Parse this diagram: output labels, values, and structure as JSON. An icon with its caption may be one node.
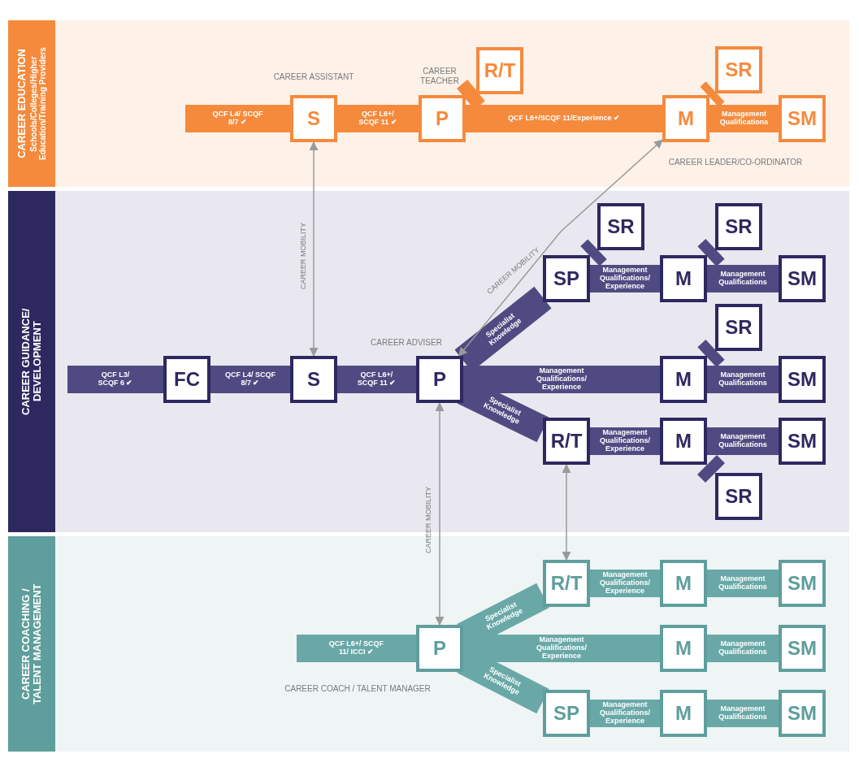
{
  "diagram": {
    "nodes": [
      {
        "text": [
          "CAREER EDUCATION",
          "Schools/Colleges/Higher Education/Training Providers"
        ]
      },
      {
        "text": [
          "S"
        ],
        "in": 0,
        "beside": [
          "CAREER ASSISTANT"
        ]
      },
      {
        "text": [
          "P"
        ],
        "in": 0,
        "beside": [
          "CAREER TEACHER"
        ]
      },
      {
        "text": [
          "R/T"
        ],
        "in": 0
      },
      {
        "text": [
          "M"
        ],
        "in": 0,
        "beside": [
          "CAREER LEADER/CO-ORDINATOR"
        ]
      },
      {
        "text": [
          "SR"
        ],
        "in": 0
      },
      {
        "text": [
          "SM"
        ],
        "in": 0
      },
      {
        "text": [
          "CAREER GUIDANCE/ DEVELOPMENT"
        ]
      },
      {
        "text": [
          "FC"
        ],
        "in": 7
      },
      {
        "text": [
          "S"
        ],
        "in": 7
      },
      {
        "text": [
          "P"
        ],
        "in": 7,
        "beside": [
          "CAREER ADVISER"
        ]
      },
      {
        "text": [
          "SP"
        ],
        "in": 7
      },
      {
        "text": [
          "SR"
        ],
        "in": 7
      },
      {
        "text": [
          "M"
        ],
        "in": 7
      },
      {
        "text": [
          "SR"
        ],
        "in": 7
      },
      {
        "text": [
          "SM"
        ],
        "in": 7
      },
      {
        "text": [
          "SR"
        ],
        "in": 7
      },
      {
        "text": [
          "M"
        ],
        "in": 7
      },
      {
        "text": [
          "SM"
        ],
        "in": 7
      },
      {
        "text": [
          "R/T"
        ],
        "in": 7
      },
      {
        "text": [
          "M"
        ],
        "in": 7
      },
      {
        "text": [
          "SM"
        ],
        "in": 7
      },
      {
        "text": [
          "SR"
        ],
        "in": 7
      },
      {
        "text": [
          "CAREER COACHING / TALENT MANAGEMENT"
        ]
      },
      {
        "text": [
          "P"
        ],
        "in": 23,
        "beside": [
          "CAREER COACH / TALENT MANAGER"
        ]
      },
      {
        "text": [
          "R/T"
        ],
        "in": 23
      },
      {
        "text": [
          "M"
        ],
        "in": 23
      },
      {
        "text": [
          "SM"
        ],
        "in": 23
      },
      {
        "text": [
          "M"
        ],
        "in": 23
      },
      {
        "text": [
          "SM"
        ],
        "in": 23
      },
      {
        "text": [
          "SP"
        ],
        "in": 23
      },
      {
        "text": [
          "M"
        ],
        "in": 23
      },
      {
        "text": [
          "SM"
        ],
        "in": 23
      }
    ],
    "edges": [
      {
        "from": null,
        "to": 1,
        "arrow": "none",
        "label": "QCF L4/ SCQF 8/7 ✔",
        "color": "#f58a3c"
      },
      {
        "from": 1,
        "to": 2,
        "arrow": "none",
        "label": "QCF L6+/ SCQF 11 ✔",
        "color": "#f58a3c"
      },
      {
        "from": 2,
        "to": 3,
        "arrow": "none",
        "color": "#f58a3c"
      },
      {
        "from": 2,
        "to": 4,
        "arrow": "none",
        "label": "QCF L6+/SCQF 11/Experience ✔",
        "color": "#f58a3c"
      },
      {
        "from": 4,
        "to": 5,
        "arrow": "none",
        "color": "#f58a3c"
      },
      {
        "from": 4,
        "to": 6,
        "arrow": "none",
        "label": "Management Qualifications",
        "color": "#f58a3c"
      },
      {
        "from": null,
        "to": 8,
        "arrow": "none",
        "label": "QCF L3/ SCQF 6 ✔"
      },
      {
        "from": 8,
        "to": 9,
        "arrow": "none",
        "label": "QCF L4/ SCQF 8/7 ✔"
      },
      {
        "from": 9,
        "to": 10,
        "arrow": "none",
        "label": "QCF L6+/ SCQF 11 ✔"
      },
      {
        "from": 10,
        "to": 11,
        "arrow": "none",
        "label": "Specialist Knowledge"
      },
      {
        "from": 11,
        "to": 12,
        "arrow": "none"
      },
      {
        "from": 11,
        "to": 13,
        "arrow": "none",
        "label": "Management Qualifications/ Experience"
      },
      {
        "from": 13,
        "to": 14,
        "arrow": "none"
      },
      {
        "from": 13,
        "to": 15,
        "arrow": "none",
        "label": "Management Qualifications"
      },
      {
        "from": 10,
        "to": 17,
        "arrow": "none",
        "label": "Management Qualifications/ Experience"
      },
      {
        "from": 17,
        "to": 16,
        "arrow": "none"
      },
      {
        "from": 17,
        "to": 18,
        "arrow": "none",
        "label": "Management Qualifications"
      },
      {
        "from": 10,
        "to": 19,
        "arrow": "none",
        "label": "Specialist Knowledge"
      },
      {
        "from": 19,
        "to": 20,
        "arrow": "none",
        "label": "Management Qualifications/ Experience"
      },
      {
        "from": 20,
        "to": 21,
        "arrow": "none",
        "label": "Management Qualifications"
      },
      {
        "from": 20,
        "to": 22,
        "arrow": "none"
      },
      {
        "from": null,
        "to": 24,
        "arrow": "none",
        "label": "QCF L6+/ SCQF 11/ ICCI ✔",
        "color": "#6aa8a8"
      },
      {
        "from": 24,
        "to": 25,
        "arrow": "none",
        "label": "Specialist Knowledge",
        "color": "#6aa8a8"
      },
      {
        "from": 25,
        "to": 26,
        "arrow": "none",
        "label": "Management Qualifications/ Experience",
        "color": "#6aa8a8"
      },
      {
        "from": 26,
        "to": 27,
        "arrow": "none",
        "label": "Management Qualifications",
        "color": "#6aa8a8"
      },
      {
        "from": 24,
        "to": 28,
        "arrow": "none",
        "label": "Management Qualifications/ Experience",
        "color": "#6aa8a8"
      },
      {
        "from": 28,
        "to": 29,
        "arrow": "none",
        "label": "Management Qualifications",
        "color": "#6aa8a8"
      },
      {
        "from": 24,
        "to": 30,
        "arrow": "none",
        "label": "Specialist Knowledge",
        "color": "#6aa8a8"
      },
      {
        "from": 30,
        "to": 31,
        "arrow": "none",
        "label": "Management Qualifications/ Experience",
        "color": "#6aa8a8"
      },
      {
        "from": 31,
        "to": 32,
        "arrow": "none",
        "label": "Management Qualifications",
        "color": "#6aa8a8"
      },
      {
        "from": 1,
        "to": 9,
        "arrow": "both",
        "label": "CAREER MOBILITY",
        "color": "#9a9a9a"
      },
      {
        "from": 4,
        "to": 10,
        "arrow": "both",
        "label": "CAREER MOBILITY",
        "color": "#9a9a9a"
      },
      {
        "from": 10,
        "to": 24,
        "arrow": "both",
        "label": "CAREER MOBILITY",
        "color": "#9a9a9a"
      },
      {
        "from": 19,
        "to": 25,
        "arrow": "both",
        "color": "#9a9a9a"
      }
    ]
  }
}
